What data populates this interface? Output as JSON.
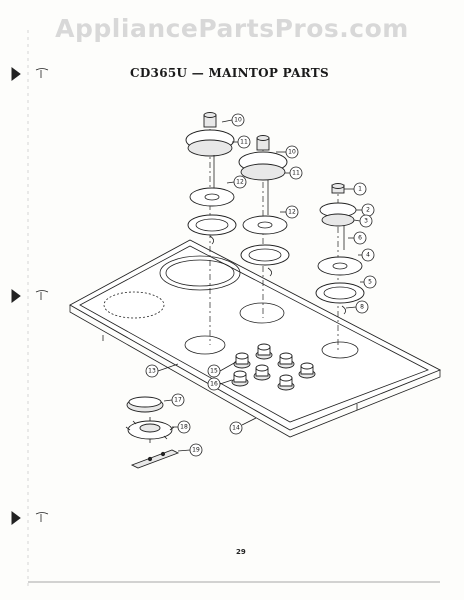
{
  "watermark": "AppliancePartsPros.com",
  "title": "CD365U — MAINTOP PARTS",
  "page_number": "29",
  "callouts": [
    {
      "id": "c-10a",
      "label": "10"
    },
    {
      "id": "c-11a",
      "label": "11"
    },
    {
      "id": "c-12a",
      "label": "12"
    },
    {
      "id": "c-10b",
      "label": "10"
    },
    {
      "id": "c-11b",
      "label": "11"
    },
    {
      "id": "c-12b",
      "label": "12"
    },
    {
      "id": "c-1",
      "label": "1"
    },
    {
      "id": "c-2",
      "label": "2"
    },
    {
      "id": "c-3",
      "label": "3"
    },
    {
      "id": "c-6",
      "label": "6"
    },
    {
      "id": "c-4",
      "label": "4"
    },
    {
      "id": "c-5",
      "label": "5"
    },
    {
      "id": "c-8",
      "label": "8"
    },
    {
      "id": "c-15",
      "label": "15"
    },
    {
      "id": "c-16",
      "label": "16"
    },
    {
      "id": "c-13",
      "label": "13"
    },
    {
      "id": "c-17",
      "label": "17"
    },
    {
      "id": "c-18",
      "label": "18"
    },
    {
      "id": "c-14",
      "label": "14"
    },
    {
      "id": "c-19",
      "label": "19"
    }
  ]
}
